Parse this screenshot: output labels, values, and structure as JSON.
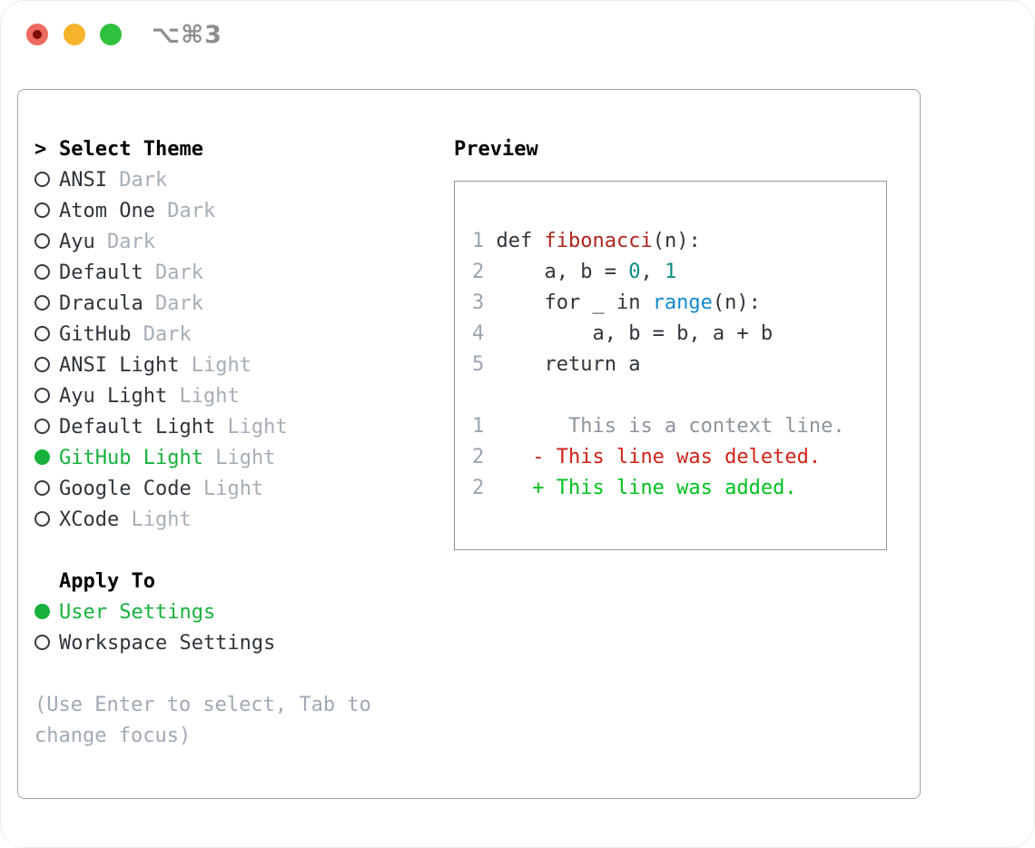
{
  "window": {
    "title": "⌥⌘3",
    "traffic_lights": [
      "close",
      "minimize",
      "zoom"
    ]
  },
  "colors": {
    "selection_green": "#17b13c",
    "added_green": "#00c11f",
    "deleted_red": "#cf2318",
    "function_red": "#ad241c",
    "call_blue": "#1389cf",
    "number_teal": "#0e8a82",
    "muted_gray": "#a6aeb6",
    "line_number_gray": "#9aa5b1",
    "panel_border": "#9aa3ad"
  },
  "theme_picker": {
    "heading_marker": ">",
    "heading": "Select Theme",
    "items": [
      {
        "label": "ANSI",
        "variant": "Dark",
        "selected": false
      },
      {
        "label": "Atom One",
        "variant": "Dark",
        "selected": false
      },
      {
        "label": "Ayu",
        "variant": "Dark",
        "selected": false
      },
      {
        "label": "Default",
        "variant": "Dark",
        "selected": false
      },
      {
        "label": "Dracula",
        "variant": "Dark",
        "selected": false
      },
      {
        "label": "GitHub",
        "variant": "Dark",
        "selected": false
      },
      {
        "label": "ANSI Light",
        "variant": "Light",
        "selected": false
      },
      {
        "label": "Ayu Light",
        "variant": "Light",
        "selected": false
      },
      {
        "label": "Default Light",
        "variant": "Light",
        "selected": false
      },
      {
        "label": "GitHub Light",
        "variant": "Light",
        "selected": true
      },
      {
        "label": "Google Code",
        "variant": "Light",
        "selected": false
      },
      {
        "label": "XCode",
        "variant": "Light",
        "selected": false
      }
    ],
    "apply_to": {
      "heading": "Apply To",
      "options": [
        {
          "label": "User Settings",
          "selected": true
        },
        {
          "label": "Workspace Settings",
          "selected": false
        }
      ]
    },
    "hint_lines": [
      "(Use Enter to select, Tab to",
      "change focus)"
    ]
  },
  "preview": {
    "heading": "Preview",
    "code": {
      "l1": {
        "num": "1",
        "kw": "def ",
        "fn": "fibonacci",
        "rest": "(n):"
      },
      "l2": {
        "num": "2",
        "pre": "    a, b = ",
        "n1": "0",
        "mid": ", ",
        "n2": "1"
      },
      "l3": {
        "num": "3",
        "pre": "    for _ in ",
        "fn": "range",
        "rest": "(n):"
      },
      "l4": {
        "num": "4",
        "text": "        a, b = b, a + b"
      },
      "l5": {
        "num": "5",
        "text": "    return a"
      }
    },
    "diff": {
      "context": {
        "num": "1",
        "text": "      This is a context line."
      },
      "deleted": {
        "num": "2",
        "text": "   - This line was deleted."
      },
      "added": {
        "num": "2",
        "text": "   + This line was added."
      }
    }
  }
}
